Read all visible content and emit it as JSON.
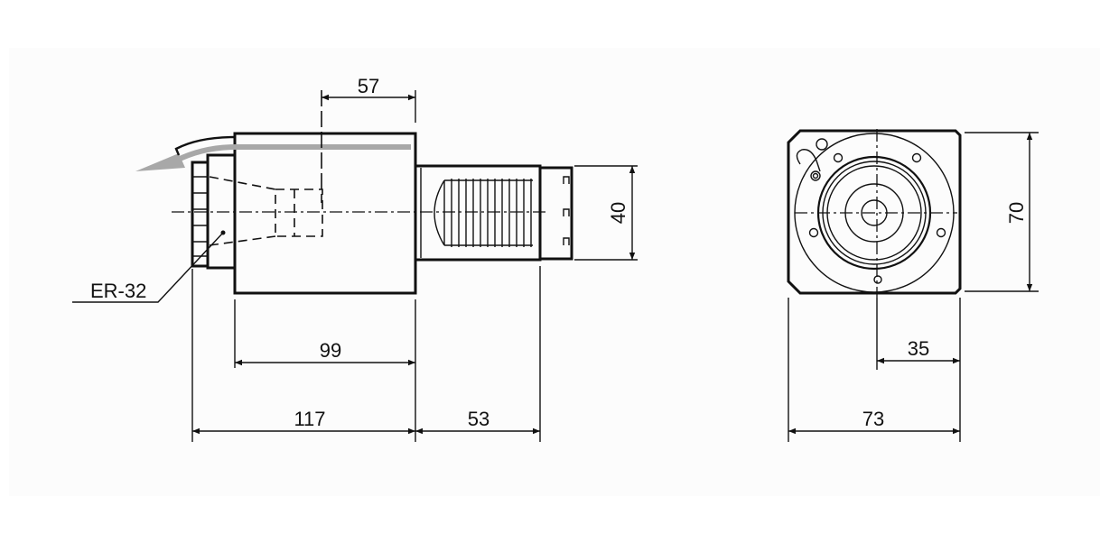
{
  "drawing": {
    "side_view": {
      "dimensions": {
        "offset": "57",
        "diameter": "40",
        "body_length": "99",
        "overall_front": "117",
        "shaft_length": "53"
      },
      "callout": "ER-32"
    },
    "front_view": {
      "dimensions": {
        "height": "70",
        "center_offset": "35",
        "width": "73"
      }
    },
    "colors": {
      "line": "#111111",
      "coolant_arrow": "#a8a8a8"
    }
  }
}
